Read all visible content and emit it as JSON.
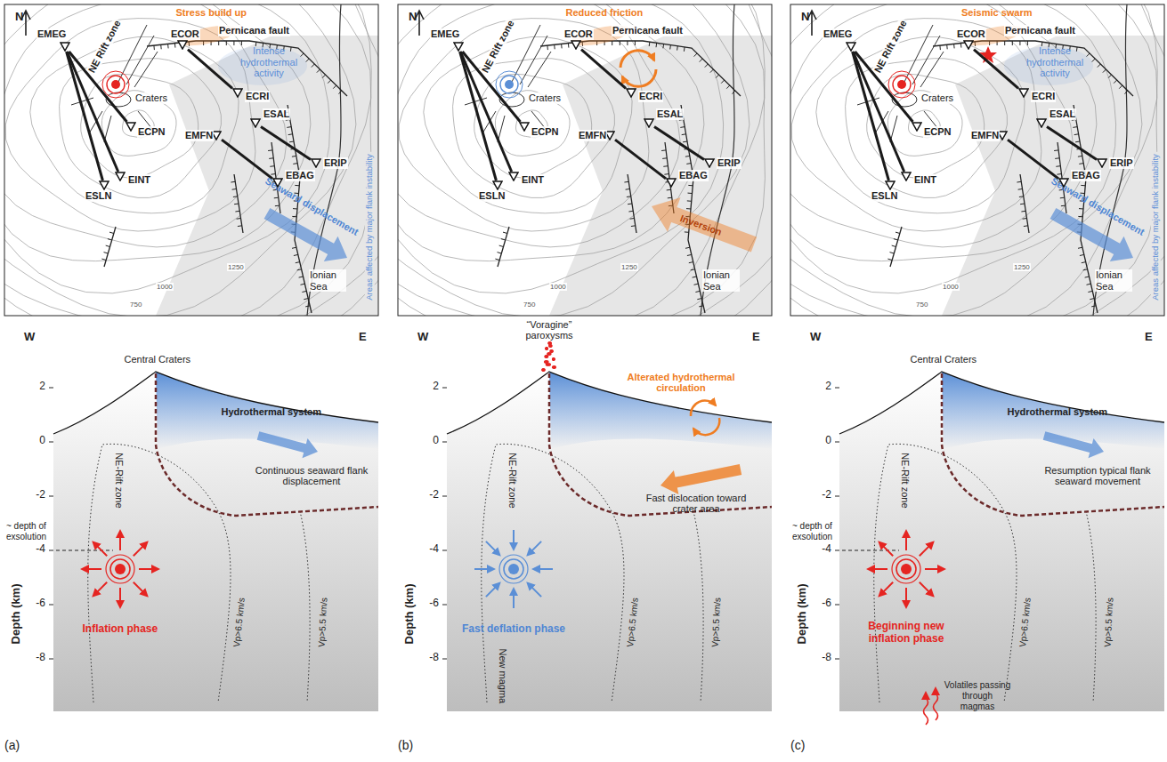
{
  "diagram": {
    "nodes": [
      {
        "text": [
          "EMEG"
        ]
      },
      {
        "text": [
          "ECOR"
        ]
      },
      {
        "text": [
          "ECRI"
        ]
      },
      {
        "text": [
          "ECPN"
        ]
      },
      {
        "text": [
          "EMFN"
        ]
      },
      {
        "text": [
          "ESAL"
        ]
      },
      {
        "text": [
          "ERIP"
        ]
      },
      {
        "text": [
          "EINT"
        ]
      },
      {
        "text": [
          "EBAG"
        ]
      },
      {
        "text": [
          "ESLN"
        ]
      },
      {
        "text": [
          "EMEG"
        ]
      },
      {
        "text": [
          "ECOR"
        ]
      },
      {
        "text": [
          "ECRI"
        ]
      },
      {
        "text": [
          "ECPN"
        ]
      },
      {
        "text": [
          "EMFN"
        ]
      },
      {
        "text": [
          "ESAL"
        ]
      },
      {
        "text": [
          "ERIP"
        ]
      },
      {
        "text": [
          "EINT"
        ]
      },
      {
        "text": [
          "EBAG"
        ]
      },
      {
        "text": [
          "ESLN"
        ]
      },
      {
        "text": [
          "EMEG"
        ]
      },
      {
        "text": [
          "ECOR"
        ]
      },
      {
        "text": [
          "ECRI"
        ]
      },
      {
        "text": [
          "ECPN"
        ]
      },
      {
        "text": [
          "EMFN"
        ]
      },
      {
        "text": [
          "ESAL"
        ]
      },
      {
        "text": [
          "ERIP"
        ]
      },
      {
        "text": [
          "EINT"
        ]
      },
      {
        "text": [
          "EBAG"
        ]
      },
      {
        "text": [
          "ESLN"
        ]
      }
    ],
    "edges": [
      {
        "from": 0,
        "to": 3,
        "arrow": "none"
      },
      {
        "from": 0,
        "to": 7,
        "arrow": "none"
      },
      {
        "from": 0,
        "to": 9,
        "arrow": "none"
      },
      {
        "from": 1,
        "to": 2,
        "arrow": "none"
      },
      {
        "from": 5,
        "to": 6,
        "arrow": "none"
      },
      {
        "from": 4,
        "to": 8,
        "arrow": "none"
      },
      {
        "from": 10,
        "to": 13,
        "arrow": "none"
      },
      {
        "from": 10,
        "to": 17,
        "arrow": "none"
      },
      {
        "from": 10,
        "to": 19,
        "arrow": "none"
      },
      {
        "from": 11,
        "to": 12,
        "arrow": "none"
      },
      {
        "from": 15,
        "to": 16,
        "arrow": "none"
      },
      {
        "from": 14,
        "to": 18,
        "arrow": "none"
      },
      {
        "from": 20,
        "to": 23,
        "arrow": "none"
      },
      {
        "from": 20,
        "to": 27,
        "arrow": "none"
      },
      {
        "from": 20,
        "to": 29,
        "arrow": "none"
      },
      {
        "from": 21,
        "to": 22,
        "arrow": "none"
      },
      {
        "from": 25,
        "to": 26,
        "arrow": "none"
      },
      {
        "from": 24,
        "to": 28,
        "arrow": "none"
      }
    ],
    "labels": [
      "N",
      "Pernicana fault",
      "NE Rift zone",
      "Craters",
      "Ionian Sea",
      "1250",
      "1000",
      "750",
      "Stress build up",
      "Intense hydrothermal activity",
      "Seaward displacement",
      "Areas affected by major flank instability",
      "W",
      "E",
      "2",
      "0",
      "-2",
      "-4",
      "-6",
      "-8",
      "Depth (km)",
      "NE-Rift zone",
      "Vp>6.5 km/s",
      "Vp>5.5 km/s",
      "Central Craters",
      "Hydrothermal system",
      "~ depth of exsolution",
      "Continuous seaward flank displacement",
      "Inflation phase",
      "(a)",
      "N",
      "Pernicana fault",
      "NE Rift zone",
      "Craters",
      "Ionian Sea",
      "1250",
      "1000",
      "750",
      "Reduced friction",
      "Inversion",
      "W",
      "E",
      "2",
      "0",
      "-2",
      "-4",
      "-6",
      "-8",
      "Depth (km)",
      "NE-Rift zone",
      "Vp>6.5 km/s",
      "Vp>5.5 km/s",
      "“Voragine” paroxysms",
      "Alterated hydrothermal circulation",
      "Fast dislocation toward crater area",
      "Fast deflation phase",
      "New magma",
      "(b)",
      "N",
      "Pernicana fault",
      "NE Rift zone",
      "Craters",
      "Ionian Sea",
      "1250",
      "1000",
      "750",
      "Seismic swarm",
      "Intense hydrothermal activity",
      "Seaward displacement",
      "Areas affected by major flank instability",
      "W",
      "E",
      "2",
      "0",
      "-2",
      "-4",
      "-6",
      "-8",
      "Depth (km)",
      "NE-Rift zone",
      "Vp>6.5 km/s",
      "Vp>5.5 km/s",
      "Central Craters",
      "Hydrothermal system",
      "~ depth of exsolution",
      "Resumption typical flank seaward movement",
      "Beginning new inflation phase",
      "Volatiles passing through magmas",
      "(c)"
    ]
  }
}
